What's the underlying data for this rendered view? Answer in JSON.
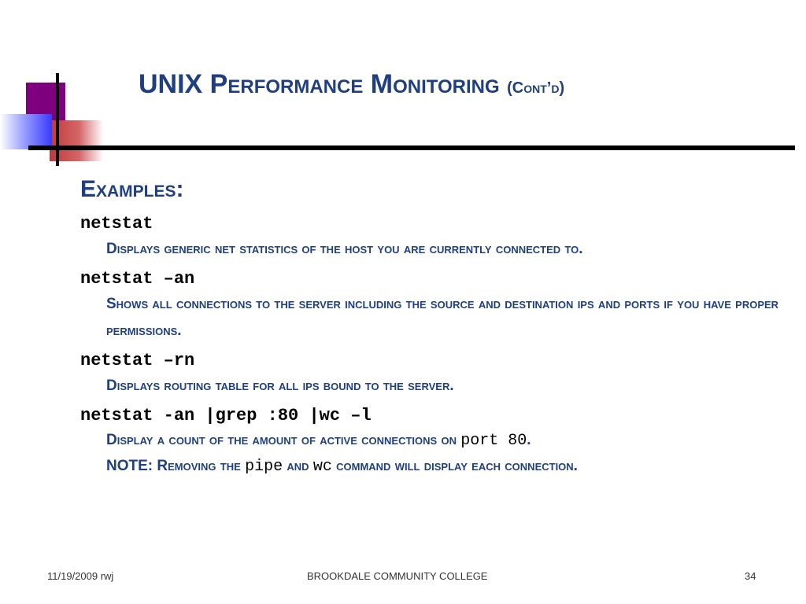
{
  "slide": {
    "title": "UNIX Performance Monitoring",
    "title_suffix": "(Cont’d)",
    "heading": "Examples:",
    "items": [
      {
        "command": "netstat",
        "desc": "Displays generic net statistics of the host you are currently connected to."
      },
      {
        "command": "netstat –an",
        "desc": "Shows all connections to the server including the source and destination ips and ports if you have proper permissions."
      },
      {
        "command": "netstat –rn",
        "desc": "Displays routing table for all ips bound to the server."
      },
      {
        "command": "netstat -an |grep :80 |wc –l",
        "desc1_pre": "Display a count of the amount of active connections on",
        "desc1_code": "port 80",
        "desc1_post": ".",
        "desc2_pre": "NOTE: Removing the",
        "desc2_code1": "pipe",
        "desc2_mid": "and",
        "desc2_code2": "wc",
        "desc2_post": "command will display each connection."
      }
    ]
  },
  "footer": {
    "left": "11/19/2009 rwj",
    "center": "BROOKDALE COMMUNITY COLLEGE",
    "right": "34"
  },
  "colors": {
    "title": "#1f3f7f",
    "accent_purple": "#7f007f",
    "accent_red": "#c0393b",
    "accent_blue": "#3a3aff"
  }
}
